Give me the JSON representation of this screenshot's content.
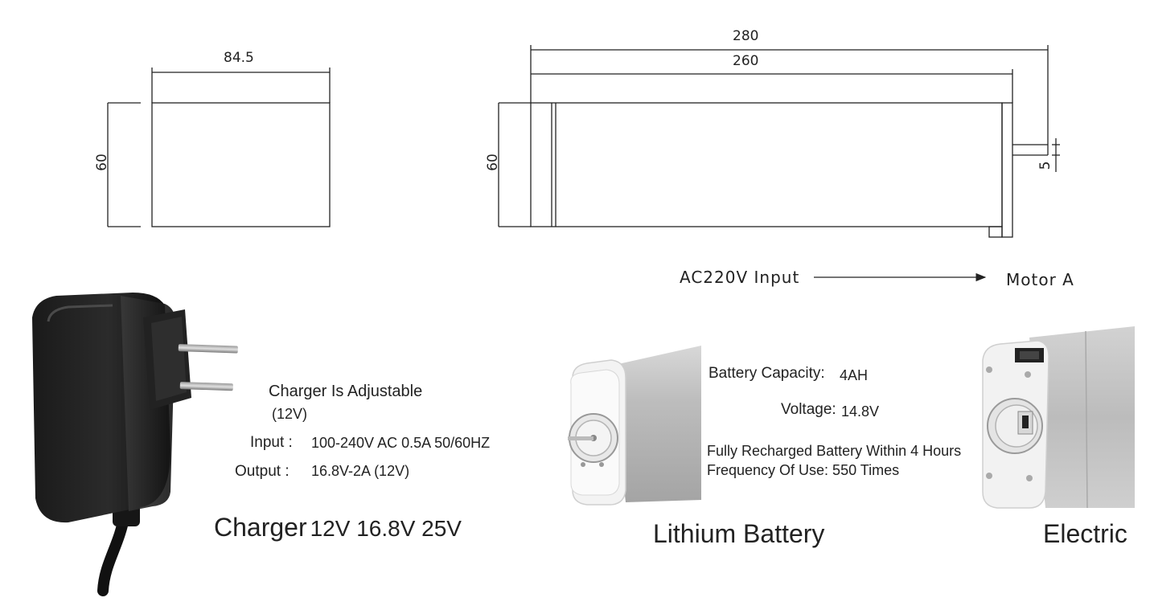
{
  "dimensions": {
    "box_width": "84.5",
    "box_height": "60",
    "motor_overall_length": "280",
    "motor_body_length": "260",
    "motor_height": "60",
    "shaft_size": "5"
  },
  "flow": {
    "input_label": "AC220V Input",
    "output_label": "Motor A"
  },
  "charger": {
    "adjustable_label": "Charger Is Adjustable",
    "adjustable_note": "(12V)",
    "input_label": "Input :",
    "input_value": "100-240V AC 0.5A 50/60HZ",
    "output_label": "Output :",
    "output_value": "16.8V-2A  (12V)",
    "caption_main": "Charger",
    "caption_voltages": "12V 16.8V 25V"
  },
  "battery": {
    "capacity_label": "Battery Capacity:",
    "capacity_value": "4AH",
    "voltage_label": "Voltage:",
    "voltage_value": "14.8V",
    "recharge_note": "Fully Recharged Battery Within 4 Hours",
    "frequency_note": "Frequency Of Use: 550 Times",
    "caption": "Lithium Battery"
  },
  "electric": {
    "caption": "Electric"
  }
}
